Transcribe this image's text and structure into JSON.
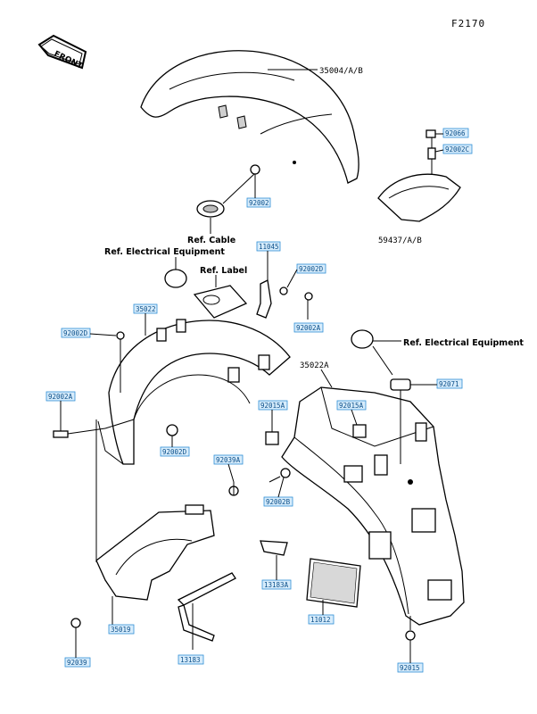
{
  "figure_code": "F2170",
  "front_label": "FRONT",
  "plain_labels": {
    "front_fender": "35004/A/B",
    "rear_cover": "59437/A/B",
    "rear_fender": "35022A"
  },
  "refs": {
    "cable": "Ref. Cable",
    "elec_left": "Ref. Electrical Equipment",
    "label": "Ref. Label",
    "elec_right": "Ref. Electrical Equipment"
  },
  "tags": [
    {
      "id": "t92002_top",
      "text": "92002"
    },
    {
      "id": "t92066",
      "text": "92066"
    },
    {
      "id": "t92002c",
      "text": "92002C"
    },
    {
      "id": "t11045",
      "text": "11045"
    },
    {
      "id": "t92002d_top",
      "text": "92002D"
    },
    {
      "id": "t35022",
      "text": "35022"
    },
    {
      "id": "t92002a_mid",
      "text": "92002A"
    },
    {
      "id": "t92002d_left",
      "text": "92002D"
    },
    {
      "id": "t92002a_left",
      "text": "92002A"
    },
    {
      "id": "t92015a_a",
      "text": "92015A"
    },
    {
      "id": "t92015a_b",
      "text": "92015A"
    },
    {
      "id": "t92071",
      "text": "92071"
    },
    {
      "id": "t92002d_mid",
      "text": "92002D"
    },
    {
      "id": "t92039a",
      "text": "92039A"
    },
    {
      "id": "t92002b",
      "text": "92002B"
    },
    {
      "id": "t13183a",
      "text": "13183A"
    },
    {
      "id": "t11012",
      "text": "11012"
    },
    {
      "id": "t35019",
      "text": "35019"
    },
    {
      "id": "t92039",
      "text": "92039"
    },
    {
      "id": "t13183",
      "text": "13183"
    },
    {
      "id": "t92015",
      "text": "92015"
    }
  ]
}
